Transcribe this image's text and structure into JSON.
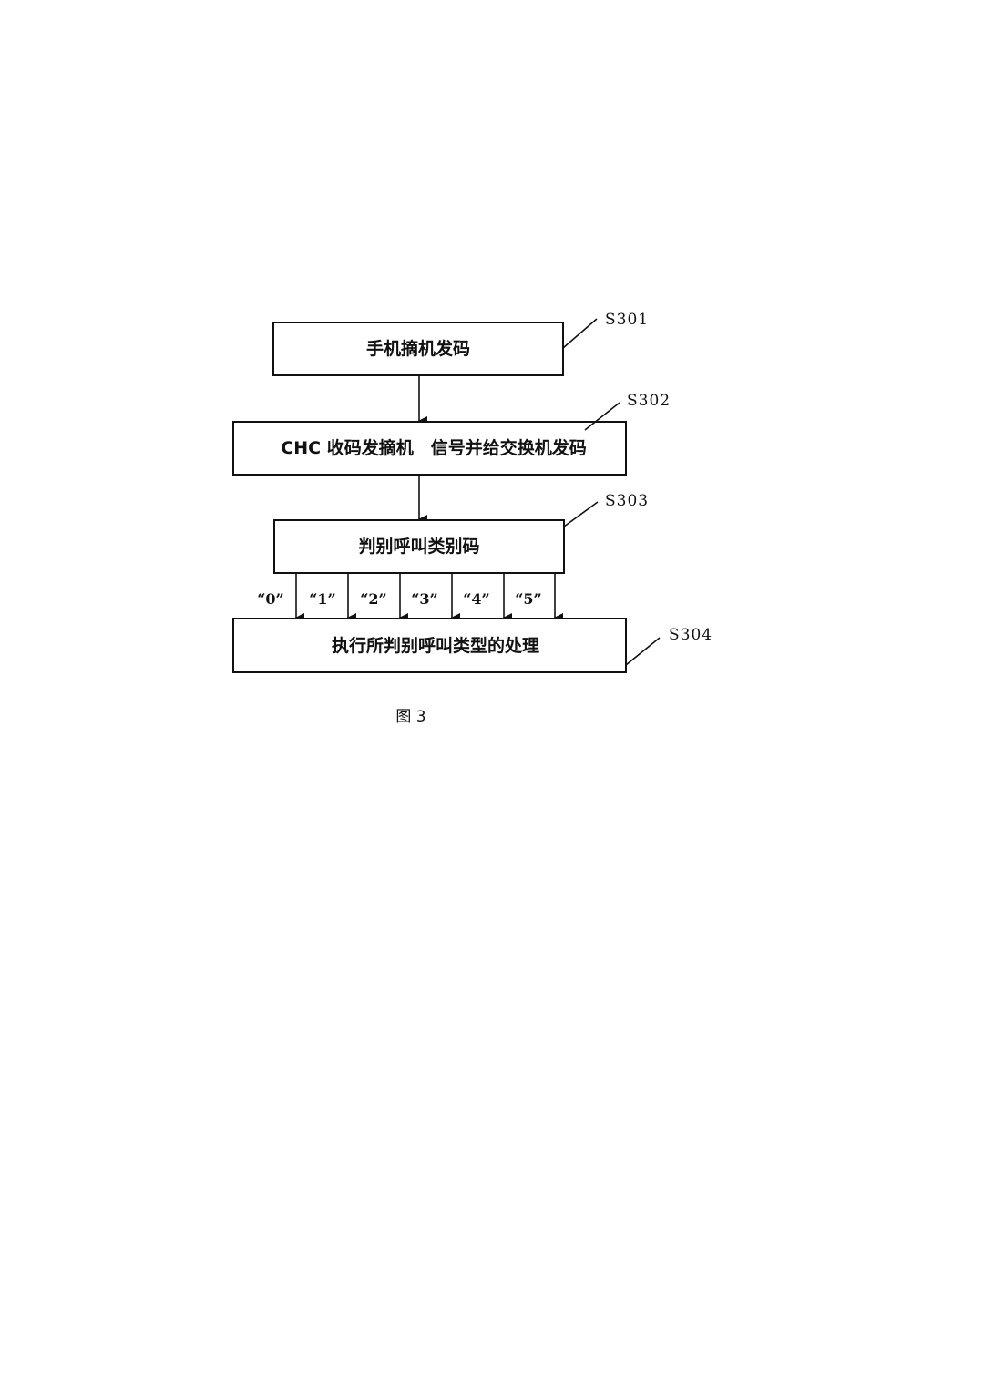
{
  "steps": {
    "s301": {
      "label": "S301",
      "text": "手机摘机发码"
    },
    "s302": {
      "label": "S302",
      "text": "CHC 收码发摘机　信号并给交换机发码"
    },
    "s303": {
      "label": "S303",
      "text": "判别呼叫类别码"
    },
    "s304": {
      "label": "S304",
      "text": "执行所判别呼叫类型的处理"
    }
  },
  "branches": [
    "“0”",
    "“1”",
    "“2”",
    "“3”",
    "“4”",
    "“5”"
  ],
  "caption": "图 3"
}
